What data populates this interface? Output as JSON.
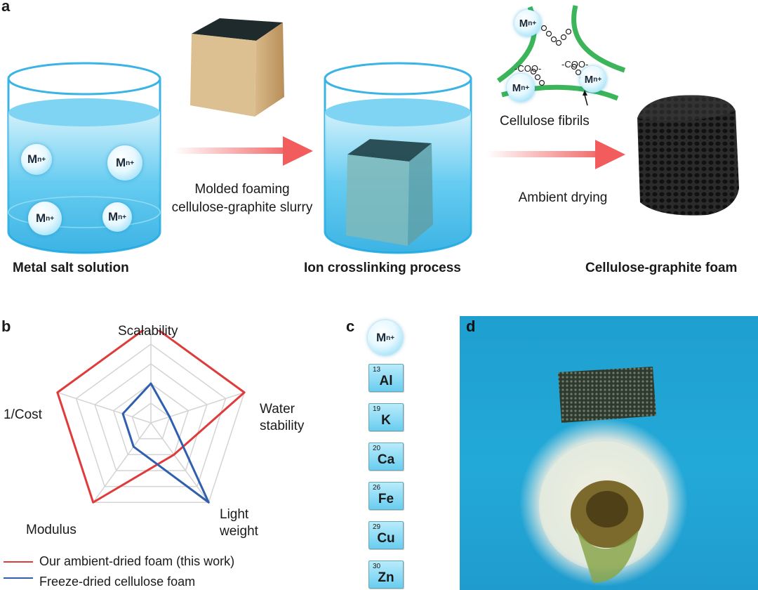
{
  "panel_a": {
    "letter": "a",
    "beaker1_caption": "Metal salt solution",
    "beaker2_caption": "Ion crosslinking process",
    "product_caption": "Cellulose-graphite foam",
    "arrow1_label_line1": "Molded foaming",
    "arrow1_label_line2": "cellulose-graphite slurry",
    "arrow2_label": "Ambient drying",
    "fibrils_label": "Cellulose fibrils",
    "ion_base": "M",
    "ion_charge": "n+",
    "carboxylate": "-COO-"
  },
  "panel_b": {
    "letter": "b",
    "axes": [
      "Scalability",
      "Water stability",
      "Light weight",
      "Modulus",
      "1/Cost"
    ],
    "axis_label_water_1": "Water",
    "axis_label_water_2": "stability",
    "axis_label_light_1": "Light",
    "axis_label_light_2": "weight",
    "legend": [
      {
        "label": "Our ambient-dried foam (this work)",
        "color": "#e03b3b"
      },
      {
        "label": "Freeze-dried cellulose foam",
        "color": "#2f5fae"
      }
    ]
  },
  "chart_data": {
    "type": "radar",
    "axes": [
      "Scalability",
      "Water stability",
      "Light weight",
      "Modulus",
      "1/Cost"
    ],
    "levels": 5,
    "grid": true,
    "series": [
      {
        "name": "Our ambient-dried foam (this work)",
        "color": "#e03b3b",
        "values": [
          5,
          5,
          2,
          5,
          5
        ]
      },
      {
        "name": "Freeze-dried cellulose foam",
        "color": "#2f5fae",
        "values": [
          2,
          1,
          5,
          1.5,
          1.5
        ]
      }
    ],
    "legend_position": "bottom-left"
  },
  "panel_c": {
    "letter": "c",
    "ion_base": "M",
    "ion_charge": "n+",
    "elements": [
      {
        "number": "13",
        "symbol": "Al"
      },
      {
        "number": "19",
        "symbol": "K"
      },
      {
        "number": "20",
        "symbol": "Ca"
      },
      {
        "number": "26",
        "symbol": "Fe"
      },
      {
        "number": "29",
        "symbol": "Cu"
      },
      {
        "number": "30",
        "symbol": "Zn"
      }
    ]
  },
  "panel_d": {
    "letter": "d"
  },
  "colors": {
    "accent_red": "#e03b3b",
    "accent_blue": "#2f5fae",
    "water": "#2bb3e6",
    "photo_bg": "#1ea3d4"
  }
}
